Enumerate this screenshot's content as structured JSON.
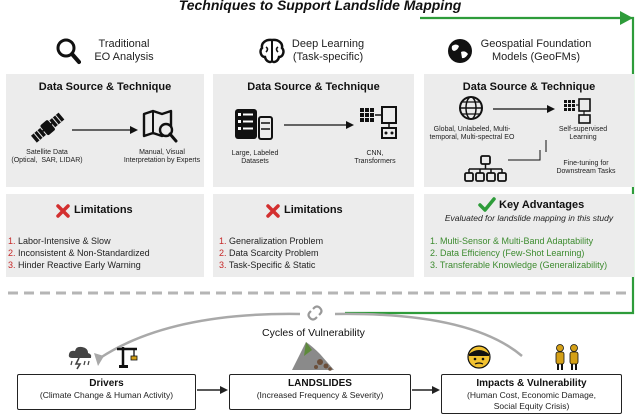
{
  "title": "Techniques to Support Landslide Mapping",
  "columns": [
    {
      "heading": "Traditional\nEO Analysis",
      "panel_title": "Data Source & Technique",
      "source_label": "Satellite Data\n(Optical,  SAR, LIDAR)",
      "method_label": "Manual, Visual\nInterpretation by Experts",
      "box_title": "Limitations",
      "items": [
        "Labor-Intensive & Slow",
        "Inconsistent & Non-Standardized",
        "Hinder Reactive Early Warning"
      ]
    },
    {
      "heading": "Deep Learning\n(Task-specific)",
      "panel_title": "Data Source & Technique",
      "source_label": "Large, Labeled\nDatasets",
      "method_label": "CNN,\nTransformers",
      "box_title": "Limitations",
      "items": [
        "Generalization Problem",
        "Data Scarcity Problem",
        "Task-Specific & Static"
      ]
    },
    {
      "heading": "Geospatial Foundation\nModels (GeoFMs)",
      "panel_title": "Data Source & Technique",
      "source_label": "Global, Unlabeled, Multi-\ntemporal, Multi-spectral EO",
      "method_label": "Self-supervised\nLearning",
      "finetune_label": "Fine-tuning for\nDownstream Tasks",
      "box_title": "Key Advantages",
      "box_subtitle": "Evaluated for landslide mapping in this study",
      "items": [
        "Multi-Sensor & Multi-Band Adaptability",
        "Data Efficiency (Few-Shot Learning)",
        "Transferable Knowledge (Generalizability)"
      ]
    }
  ],
  "cycle_label": "Cycles of Vulnerability",
  "nodes": [
    {
      "title": "Drivers",
      "sub": "(Climate Change & Human Activity)"
    },
    {
      "title": "LANDSLIDES",
      "sub": "(Increased Frequency & Severity)"
    },
    {
      "title": "Impacts & Vulnerability",
      "sub": "(Human Cost, Economic Damage,\nSocial Equity Crisis)"
    }
  ],
  "colors": {
    "green": "#2e9c3a",
    "red": "#d32f2f",
    "panel": "#ececec",
    "arrow_gray": "#a9a9a9"
  },
  "icons": [
    "search-icon",
    "brain-icon",
    "globe-icon",
    "satellite-icon",
    "map-search-icon",
    "database-icon",
    "neural-net-icon",
    "cross-icon",
    "check-icon",
    "storm-icon",
    "crane-icon",
    "landslide-icon",
    "person-icon",
    "people-icon",
    "broken-link-icon"
  ]
}
